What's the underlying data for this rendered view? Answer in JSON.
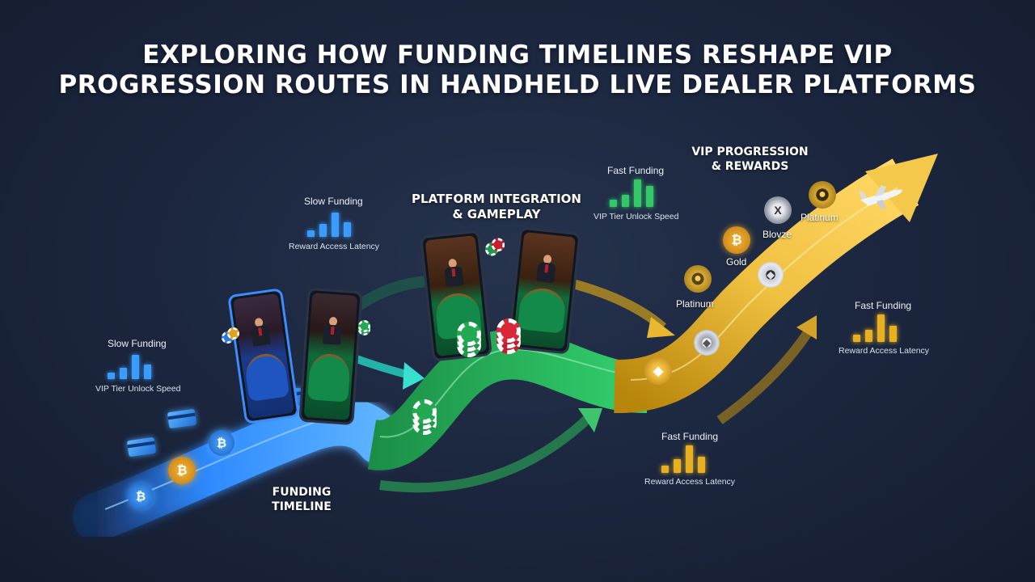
{
  "title": {
    "line1": "EXPLORING HOW FUNDING TIMELINES RESHAPE VIP",
    "line2": "PROGRESSION ROUTES IN HANDHELD LIVE DEALER PLATFORMS"
  },
  "sections": {
    "funding_timeline": {
      "line1": "FUNDING",
      "line2": "TIMELINE"
    },
    "platform": {
      "line1": "PLATFORM INTEGRATION",
      "line2": "& GAMEPLAY"
    },
    "vip": {
      "line1": "VIP PROGRESSION",
      "line2": "& REWARDS"
    }
  },
  "metrics": [
    {
      "heading": "Slow Funding",
      "caption": "VIP Tier Unlock Speed",
      "color": "#3b9cff",
      "bars": [
        0.25,
        0.45,
        0.95,
        0.55
      ]
    },
    {
      "heading": "Slow Funding",
      "caption": "Reward Access Latency",
      "color": "#3b9cff",
      "bars": [
        0.25,
        0.5,
        0.95,
        0.55
      ]
    },
    {
      "heading": "Fast Funding",
      "caption": "VIP Tier Unlock Speed",
      "color": "#32c86a",
      "bars": [
        0.25,
        0.45,
        1.0,
        0.75
      ]
    },
    {
      "heading": "Fast Funding",
      "caption": "Reward Access Latency",
      "color": "#e8b020",
      "bars": [
        0.25,
        0.45,
        1.0,
        0.6
      ]
    },
    {
      "heading": "Fast Funding",
      "caption": "Reward Access Latency",
      "color": "#e8b020",
      "bars": [
        0.25,
        0.5,
        1.0,
        0.6
      ]
    }
  ],
  "tiers": [
    {
      "label": "Platinum"
    },
    {
      "label": "Gold"
    },
    {
      "label": "Blovze"
    },
    {
      "label": "Platinum"
    }
  ],
  "icons": {
    "coin": "bitcoin-icon",
    "card": "credit-card-icon",
    "plane": "airplane-icon",
    "medal": "vip-medal-icon"
  },
  "colors": {
    "blue_route": "#2f8bff",
    "green_route": "#22b25a",
    "gold_route": "#e6b22e",
    "background": "#1c2740"
  }
}
